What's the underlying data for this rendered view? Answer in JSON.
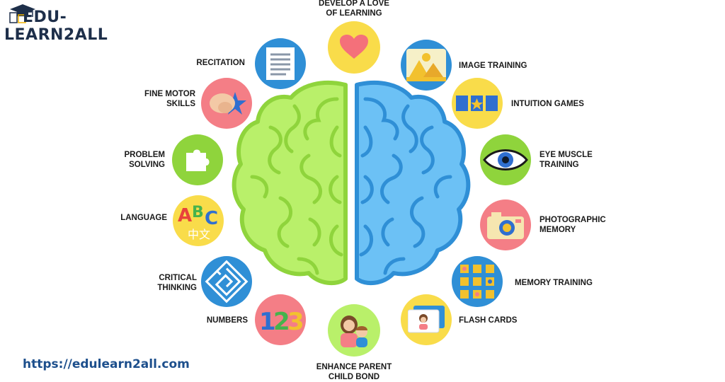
{
  "logo": {
    "line1": "EDU-",
    "line2": "LEARN2ALL"
  },
  "url": "https://edulearn2all.com",
  "colors": {
    "left_brain": "#b9f06a",
    "left_brain_stroke": "#8fd43c",
    "right_brain": "#6cc1f5",
    "right_brain_stroke": "#2f8fd6"
  },
  "nodes": [
    {
      "key": "develop",
      "label_lines": [
        "DEVELOP A LOVE",
        "OF LEARNING"
      ],
      "icon": "heart-icon",
      "color": "#f9dc4a"
    },
    {
      "key": "recitation",
      "label_lines": [
        "RECITATION"
      ],
      "icon": "document-icon",
      "color": "#2f8fd6"
    },
    {
      "key": "fine_motor",
      "label_lines": [
        "FINE MOTOR",
        "SKILLS"
      ],
      "icon": "hand-star-icon",
      "color": "#f47e86"
    },
    {
      "key": "problem_solving",
      "label_lines": [
        "PROBLEM",
        "SOLVING"
      ],
      "icon": "puzzle-icon",
      "color": "#8fd43c"
    },
    {
      "key": "language",
      "label_lines": [
        "LANGUAGE"
      ],
      "icon": "abc-icon",
      "color": "#f9dc4a",
      "glyphs": {
        "a": "A",
        "b": "B",
        "c": "C",
        "zh": "中文"
      }
    },
    {
      "key": "critical",
      "label_lines": [
        "CRITICAL",
        "THINKING"
      ],
      "icon": "maze-icon",
      "color": "#2f8fd6"
    },
    {
      "key": "numbers",
      "label_lines": [
        "NUMBERS"
      ],
      "icon": "numbers-icon",
      "color": "#f47e86",
      "glyphs": {
        "one": "1",
        "two": "2",
        "three": "3"
      }
    },
    {
      "key": "parent",
      "label_lines": [
        "ENHANCE PARENT",
        "CHILD BOND"
      ],
      "icon": "parent-child-icon",
      "color": "#b9f06a"
    },
    {
      "key": "image_training",
      "label_lines": [
        "IMAGE TRAINING"
      ],
      "icon": "pyramids-icon",
      "color": "#2f8fd6"
    },
    {
      "key": "intuition",
      "label_lines": [
        "INTUITION GAMES"
      ],
      "icon": "cards-star-icon",
      "color": "#f9dc4a"
    },
    {
      "key": "eye_muscle",
      "label_lines": [
        "EYE MUSCLE",
        "TRAINING"
      ],
      "icon": "eye-icon",
      "color": "#8fd43c"
    },
    {
      "key": "photographic",
      "label_lines": [
        "PHOTOGRAPHIC",
        "MEMORY"
      ],
      "icon": "camera-icon",
      "color": "#f47e86"
    },
    {
      "key": "memory_training",
      "label_lines": [
        "MEMORY TRAINING"
      ],
      "icon": "memory-grid-icon",
      "color": "#2f8fd6"
    },
    {
      "key": "flash_cards",
      "label_lines": [
        "FLASH CARDS"
      ],
      "icon": "flash-card-icon",
      "color": "#f9dc4a"
    }
  ]
}
